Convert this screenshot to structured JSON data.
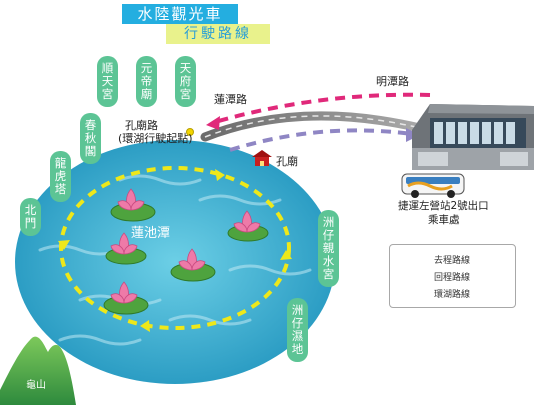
{
  "title": {
    "line1": "水陸觀光車",
    "line2": "行駛路線"
  },
  "places": {
    "shuntian": "順天宮",
    "yuandi": "元帝廟",
    "tianfu": "天府宮",
    "chunqiu": "春秋閣",
    "longhu": "龍虎塔",
    "beimen": "北門",
    "zhouzai_qinshui": "洲仔親水宮",
    "zhouzai_wetland": "洲仔濕地",
    "guishan": "龜山"
  },
  "roads": {
    "liantan": "蓮潭路",
    "mingtan": "明潭路",
    "kongmiao_road": "孔廟路",
    "kongmiao_road_note": "(環湖行駛起點)",
    "kongmiao": "孔廟"
  },
  "pond": "蓮池潭",
  "station": {
    "line1": "捷運左營站2號出口",
    "line2": "乘車處"
  },
  "legend": {
    "items": [
      {
        "label": "去程路線",
        "color": "#e0297a"
      },
      {
        "label": "回程路線",
        "color": "#8f86c4"
      },
      {
        "label": "環湖路線",
        "color": "#eee81a"
      }
    ]
  }
}
